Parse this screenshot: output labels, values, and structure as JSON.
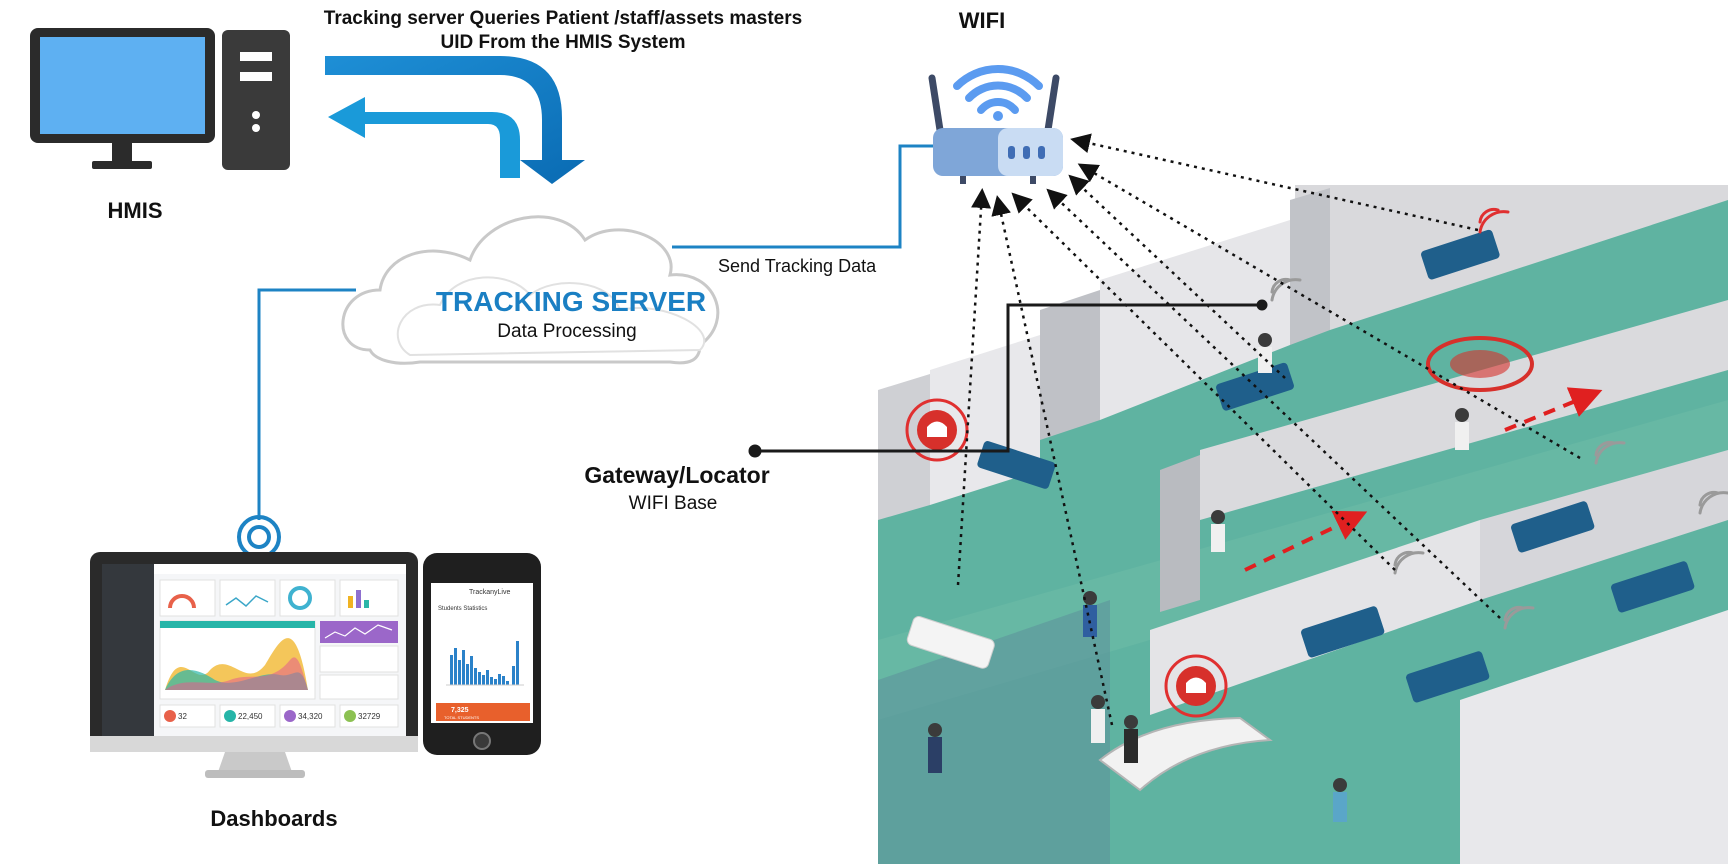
{
  "query_label_line1": "Tracking server Queries Patient /staff/assets masters",
  "query_label_line2": "UID From the HMIS System",
  "wifi_label": "WIFI",
  "hmis_label": "HMIS",
  "server_title": "TRACKING SERVER",
  "server_subtitle": "Data Processing",
  "send_label": "Send Tracking Data",
  "gateway_title": "Gateway/Locator",
  "gateway_subtitle": "WIFI Base",
  "dashboards_label": "Dashboards",
  "phone_app_name": "TrackanyLive",
  "phone_panel_title": "Students Statistics",
  "phone_total": "7,325",
  "phone_total_caption": "TOTAL STUDENTS",
  "dash_stats": [
    "32",
    "22,450",
    "34,320",
    "32729"
  ],
  "colors": {
    "accent": "#0b79c0",
    "server_text": "#1a7fc3",
    "alert": "#d7302b",
    "floor": "#5fb3a1"
  }
}
